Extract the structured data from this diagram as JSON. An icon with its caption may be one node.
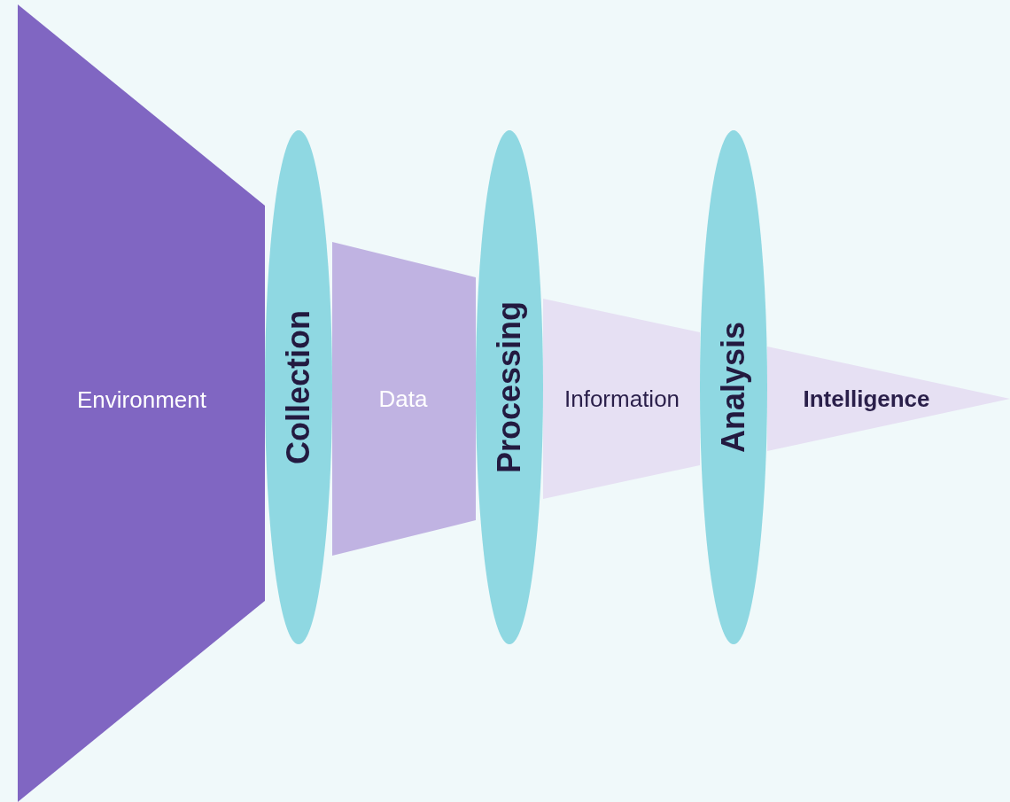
{
  "diagram": {
    "nodes": [
      {
        "text": [
          "Environment"
        ]
      },
      {
        "text": [
          "Collection"
        ]
      },
      {
        "text": [
          "Data"
        ]
      },
      {
        "text": [
          "Processing"
        ]
      },
      {
        "text": [
          "Information"
        ]
      },
      {
        "text": [
          "Analysis"
        ]
      },
      {
        "text": [
          "Intelligence"
        ]
      }
    ]
  }
}
